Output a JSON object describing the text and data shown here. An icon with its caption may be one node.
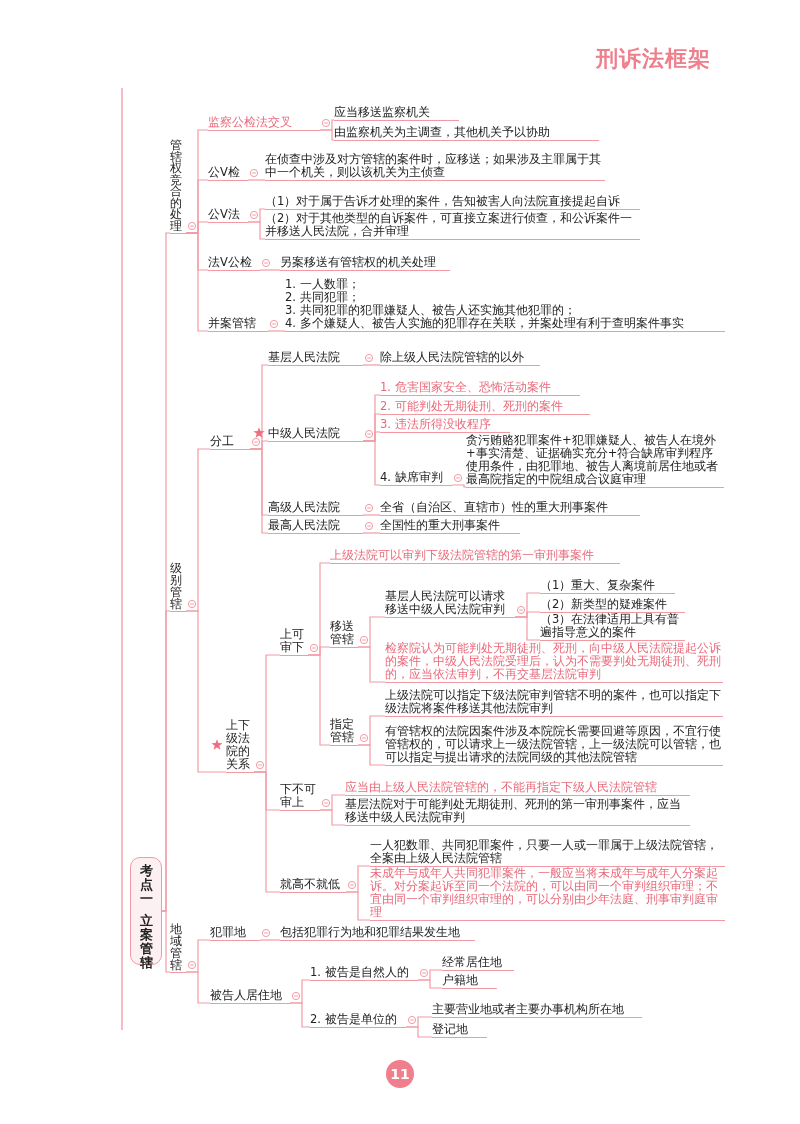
{
  "diagram": {
    "title": "刑诉法框架",
    "nodes": [
      {
        "text": [
          "考点一",
          "立案管辖"
        ]
      },
      {
        "text": [
          "管辖权竞合的处理"
        ]
      },
      {
        "text": [
          "监察公检法交叉"
        ]
      },
      {
        "text": [
          "应当移送监察机关"
        ]
      },
      {
        "text": [
          "由监察机关为主调查，其他机关予以协助"
        ]
      },
      {
        "text": [
          "公V检"
        ]
      },
      {
        "text": [
          "在侦查中涉及对方管辖的案件时，应移送；如果涉及主罪属于其中一个机关，则以该机关为主侦查"
        ]
      },
      {
        "text": [
          "公V法"
        ]
      },
      {
        "text": [
          "（1）对于属于告诉才处理的案件，告知被害人向法院直接提起自诉"
        ]
      },
      {
        "text": [
          "（2）对于其他类型的自诉案件，可直接立案进行侦查，和公诉案件一并移送人民法院，合并审理"
        ]
      },
      {
        "text": [
          "法V公检"
        ]
      },
      {
        "text": [
          "另案移送有管辖权的机关处理"
        ]
      },
      {
        "text": [
          "并案管辖"
        ]
      },
      {
        "text": [
          "1. 一人数罪；",
          "2. 共同犯罪；",
          "3. 共同犯罪的犯罪嫌疑人、被告人还实施其他犯罪的；",
          "4. 多个嫌疑人、被告人实施的犯罪存在关联，并案处理有利于查明案件事实"
        ]
      },
      {
        "text": [
          "级别管辖"
        ]
      },
      {
        "text": [
          "分工"
        ]
      },
      {
        "text": [
          "基层人民法院"
        ]
      },
      {
        "text": [
          "除上级人民法院管辖的以外"
        ]
      },
      {
        "text": [
          "中级人民法院"
        ]
      },
      {
        "text": [
          "1. 危害国家安全、恐怖活动案件"
        ]
      },
      {
        "text": [
          "2. 可能判处无期徒刑、死刑的案件"
        ]
      },
      {
        "text": [
          "3. 违法所得没收程序"
        ]
      },
      {
        "text": [
          "4. 缺席审判"
        ]
      },
      {
        "text": [
          "贪污贿赂犯罪案件+犯罪嫌疑人、被告人在境外+事实清楚、证据确实充分+符合缺席审判程序使用条件，由犯罪地、被告人离境前居住地或者最高院指定的中院组成合议庭审理"
        ]
      },
      {
        "text": [
          "高级人民法院"
        ]
      },
      {
        "text": [
          "全省（自治区、直辖市）性的重大刑事案件"
        ]
      },
      {
        "text": [
          "最高人民法院"
        ]
      },
      {
        "text": [
          "全国性的重大刑事案件"
        ]
      },
      {
        "text": [
          "上下级法院的关系"
        ]
      },
      {
        "text": [
          "上可审下"
        ]
      },
      {
        "text": [
          "上级法院可以审判下级法院管辖的第一审刑事案件"
        ]
      },
      {
        "text": [
          "移送管辖"
        ]
      },
      {
        "text": [
          "基层人民法院可以请求移送中级人民法院审判"
        ]
      },
      {
        "text": [
          "（1）重大、复杂案件"
        ]
      },
      {
        "text": [
          "（2）新类型的疑难案件"
        ]
      },
      {
        "text": [
          "（3）在法律适用上具有普遍指导意义的案件"
        ]
      },
      {
        "text": [
          "检察院认为可能判处无期徒刑、死刑，向中级人民法院提起公诉的案件，中级人民法院受理后，认为不需要判处无期徒刑、死刑的，应当依法审判，不再交基层法院审判"
        ]
      },
      {
        "text": [
          "指定管辖"
        ]
      },
      {
        "text": [
          "上级法院可以指定下级法院审判管辖不明的案件，也可以指定下级法院将案件移送其他法院审判"
        ]
      },
      {
        "text": [
          "有管辖权的法院因案件涉及本院院长需要回避等原因，不宜行使管辖权的，可以请求上一级法院管辖，上一级法院可以管辖，也可以指定与提出请求的法院同级的其他法院管辖"
        ]
      },
      {
        "text": [
          "下不可审上"
        ]
      },
      {
        "text": [
          "应当由上级人民法院管辖的，不能再指定下级人民法院管辖"
        ]
      },
      {
        "text": [
          "基层法院对于可能判处无期徒刑、死刑的第一审刑事案件，应当移送中级人民法院审判"
        ]
      },
      {
        "text": [
          "就高不就低"
        ]
      },
      {
        "text": [
          "一人犯数罪、共同犯罪案件，只要一人或一罪属于上级法院管辖，全案由上级人民法院管辖"
        ]
      },
      {
        "text": [
          "未成年与成年人共同犯罪案件，一般应当将未成年与成年人分案起诉。对分案起诉至同一个法院的，可以由同一个审判组织审理；不宜由同一个审判组织审理的，可以分别由少年法庭、刑事审判庭审理"
        ]
      },
      {
        "text": [
          "地域管辖"
        ]
      },
      {
        "text": [
          "犯罪地"
        ]
      },
      {
        "text": [
          "包括犯罪行为地和犯罪结果发生地"
        ]
      },
      {
        "text": [
          "被告人居住地"
        ]
      },
      {
        "text": [
          "1. 被告是自然人的"
        ]
      },
      {
        "text": [
          "经常居住地"
        ]
      },
      {
        "text": [
          "户籍地"
        ]
      },
      {
        "text": [
          "2. 被告是单位的"
        ]
      },
      {
        "text": [
          "主要营业地或者主要办事机构所在地"
        ]
      },
      {
        "text": [
          "登记地"
        ]
      }
    ],
    "edges": [
      {
        "from": 0,
        "to": 1,
        "arrow": "none"
      },
      {
        "from": 1,
        "to": 2,
        "arrow": "none"
      },
      {
        "from": 2,
        "to": 3,
        "arrow": "none"
      },
      {
        "from": 2,
        "to": 4,
        "arrow": "none"
      },
      {
        "from": 1,
        "to": 5,
        "arrow": "none"
      },
      {
        "from": 5,
        "to": 6,
        "arrow": "none"
      },
      {
        "from": 1,
        "to": 7,
        "arrow": "none"
      },
      {
        "from": 7,
        "to": 8,
        "arrow": "none"
      },
      {
        "from": 7,
        "to": 9,
        "arrow": "none"
      },
      {
        "from": 1,
        "to": 10,
        "arrow": "none"
      },
      {
        "from": 10,
        "to": 11,
        "arrow": "none"
      },
      {
        "from": 1,
        "to": 12,
        "arrow": "none"
      },
      {
        "from": 12,
        "to": 13,
        "arrow": "none"
      },
      {
        "from": 0,
        "to": 14,
        "arrow": "none"
      },
      {
        "from": 14,
        "to": 15,
        "arrow": "none"
      },
      {
        "from": 15,
        "to": 16,
        "arrow": "none"
      },
      {
        "from": 16,
        "to": 17,
        "arrow": "none"
      },
      {
        "from": 15,
        "to": 18,
        "arrow": "none"
      },
      {
        "from": 18,
        "to": 19,
        "arrow": "none"
      },
      {
        "from": 18,
        "to": 20,
        "arrow": "none"
      },
      {
        "from": 18,
        "to": 21,
        "arrow": "none"
      },
      {
        "from": 18,
        "to": 22,
        "arrow": "none"
      },
      {
        "from": 22,
        "to": 23,
        "arrow": "none"
      },
      {
        "from": 15,
        "to": 24,
        "arrow": "none"
      },
      {
        "from": 24,
        "to": 25,
        "arrow": "none"
      },
      {
        "from": 15,
        "to": 26,
        "arrow": "none"
      },
      {
        "from": 26,
        "to": 27,
        "arrow": "none"
      },
      {
        "from": 14,
        "to": 28,
        "arrow": "none"
      },
      {
        "from": 28,
        "to": 29,
        "arrow": "none"
      },
      {
        "from": 29,
        "to": 30,
        "arrow": "none"
      },
      {
        "from": 29,
        "to": 31,
        "arrow": "none"
      },
      {
        "from": 31,
        "to": 32,
        "arrow": "none"
      },
      {
        "from": 32,
        "to": 33,
        "arrow": "none"
      },
      {
        "from": 32,
        "to": 34,
        "arrow": "none"
      },
      {
        "from": 32,
        "to": 35,
        "arrow": "none"
      },
      {
        "from": 31,
        "to": 36,
        "arrow": "none"
      },
      {
        "from": 29,
        "to": 37,
        "arrow": "none"
      },
      {
        "from": 37,
        "to": 38,
        "arrow": "none"
      },
      {
        "from": 37,
        "to": 39,
        "arrow": "none"
      },
      {
        "from": 28,
        "to": 40,
        "arrow": "none"
      },
      {
        "from": 40,
        "to": 41,
        "arrow": "none"
      },
      {
        "from": 40,
        "to": 42,
        "arrow": "none"
      },
      {
        "from": 28,
        "to": 43,
        "arrow": "none"
      },
      {
        "from": 43,
        "to": 44,
        "arrow": "none"
      },
      {
        "from": 43,
        "to": 45,
        "arrow": "none"
      },
      {
        "from": 0,
        "to": 46,
        "arrow": "none"
      },
      {
        "from": 46,
        "to": 47,
        "arrow": "none"
      },
      {
        "from": 47,
        "to": 48,
        "arrow": "none"
      },
      {
        "from": 46,
        "to": 49,
        "arrow": "none"
      },
      {
        "from": 49,
        "to": 50,
        "arrow": "none"
      },
      {
        "from": 50,
        "to": 51,
        "arrow": "none"
      },
      {
        "from": 50,
        "to": 52,
        "arrow": "none"
      },
      {
        "from": 49,
        "to": 53,
        "arrow": "none"
      },
      {
        "from": 53,
        "to": 54,
        "arrow": "none"
      },
      {
        "from": 53,
        "to": 55,
        "arrow": "none"
      }
    ],
    "labels": [
      "11"
    ]
  }
}
